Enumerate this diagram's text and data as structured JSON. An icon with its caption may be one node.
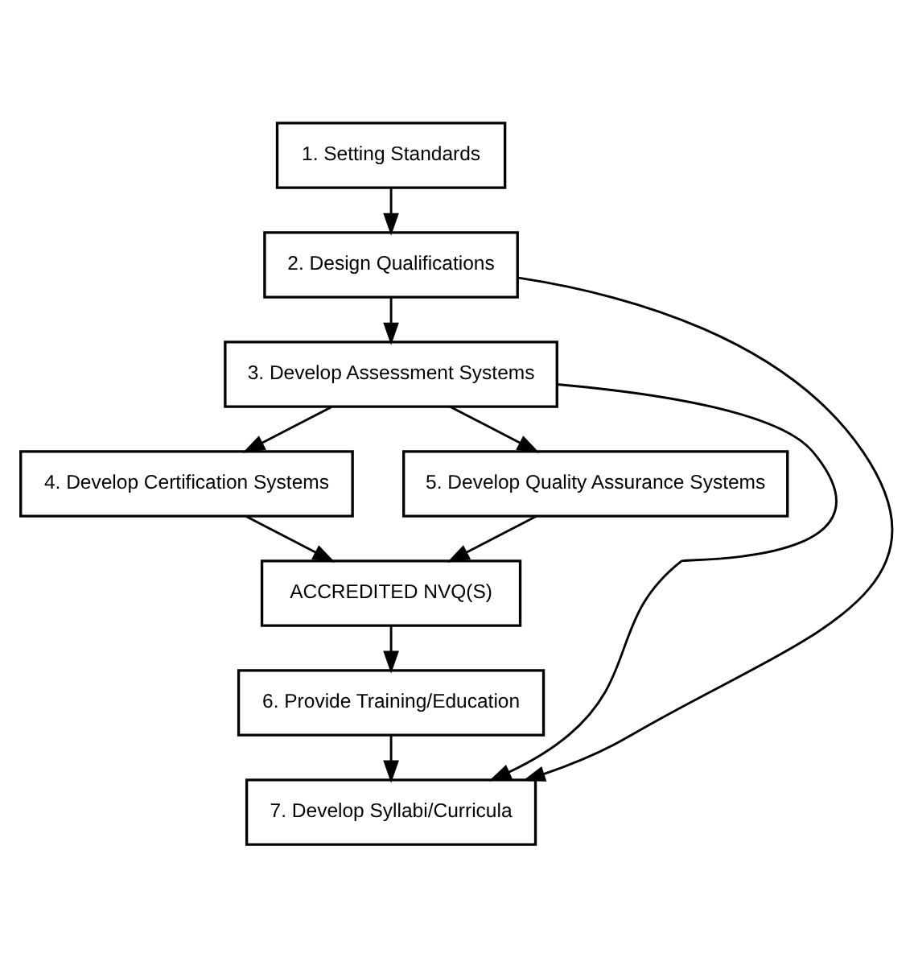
{
  "diagram": {
    "nodes": [
      {
        "text": [
          "1. Setting Standards"
        ]
      },
      {
        "text": [
          "2. Design Qualifications"
        ]
      },
      {
        "text": [
          "3. Develop Assessment Systems"
        ]
      },
      {
        "text": [
          "4. Develop Certification Systems"
        ]
      },
      {
        "text": [
          "5. Develop Quality Assurance Systems"
        ]
      },
      {
        "text": [
          "ACCREDITED NVQ(S)"
        ]
      },
      {
        "text": [
          "6. Provide Training/Education"
        ]
      },
      {
        "text": [
          "7. Develop Syllabi/Curricula"
        ]
      }
    ],
    "edges": [
      {
        "from": 0,
        "to": 1,
        "arrow": "to"
      },
      {
        "from": 1,
        "to": 2,
        "arrow": "to"
      },
      {
        "from": 2,
        "to": 3,
        "arrow": "to"
      },
      {
        "from": 2,
        "to": 4,
        "arrow": "to"
      },
      {
        "from": 3,
        "to": 5,
        "arrow": "to"
      },
      {
        "from": 4,
        "to": 5,
        "arrow": "to"
      },
      {
        "from": 5,
        "to": 6,
        "arrow": "to"
      },
      {
        "from": 6,
        "to": 7,
        "arrow": "to"
      },
      {
        "from": 1,
        "to": 7,
        "arrow": "to"
      },
      {
        "from": 2,
        "to": 7,
        "arrow": "to"
      }
    ]
  }
}
